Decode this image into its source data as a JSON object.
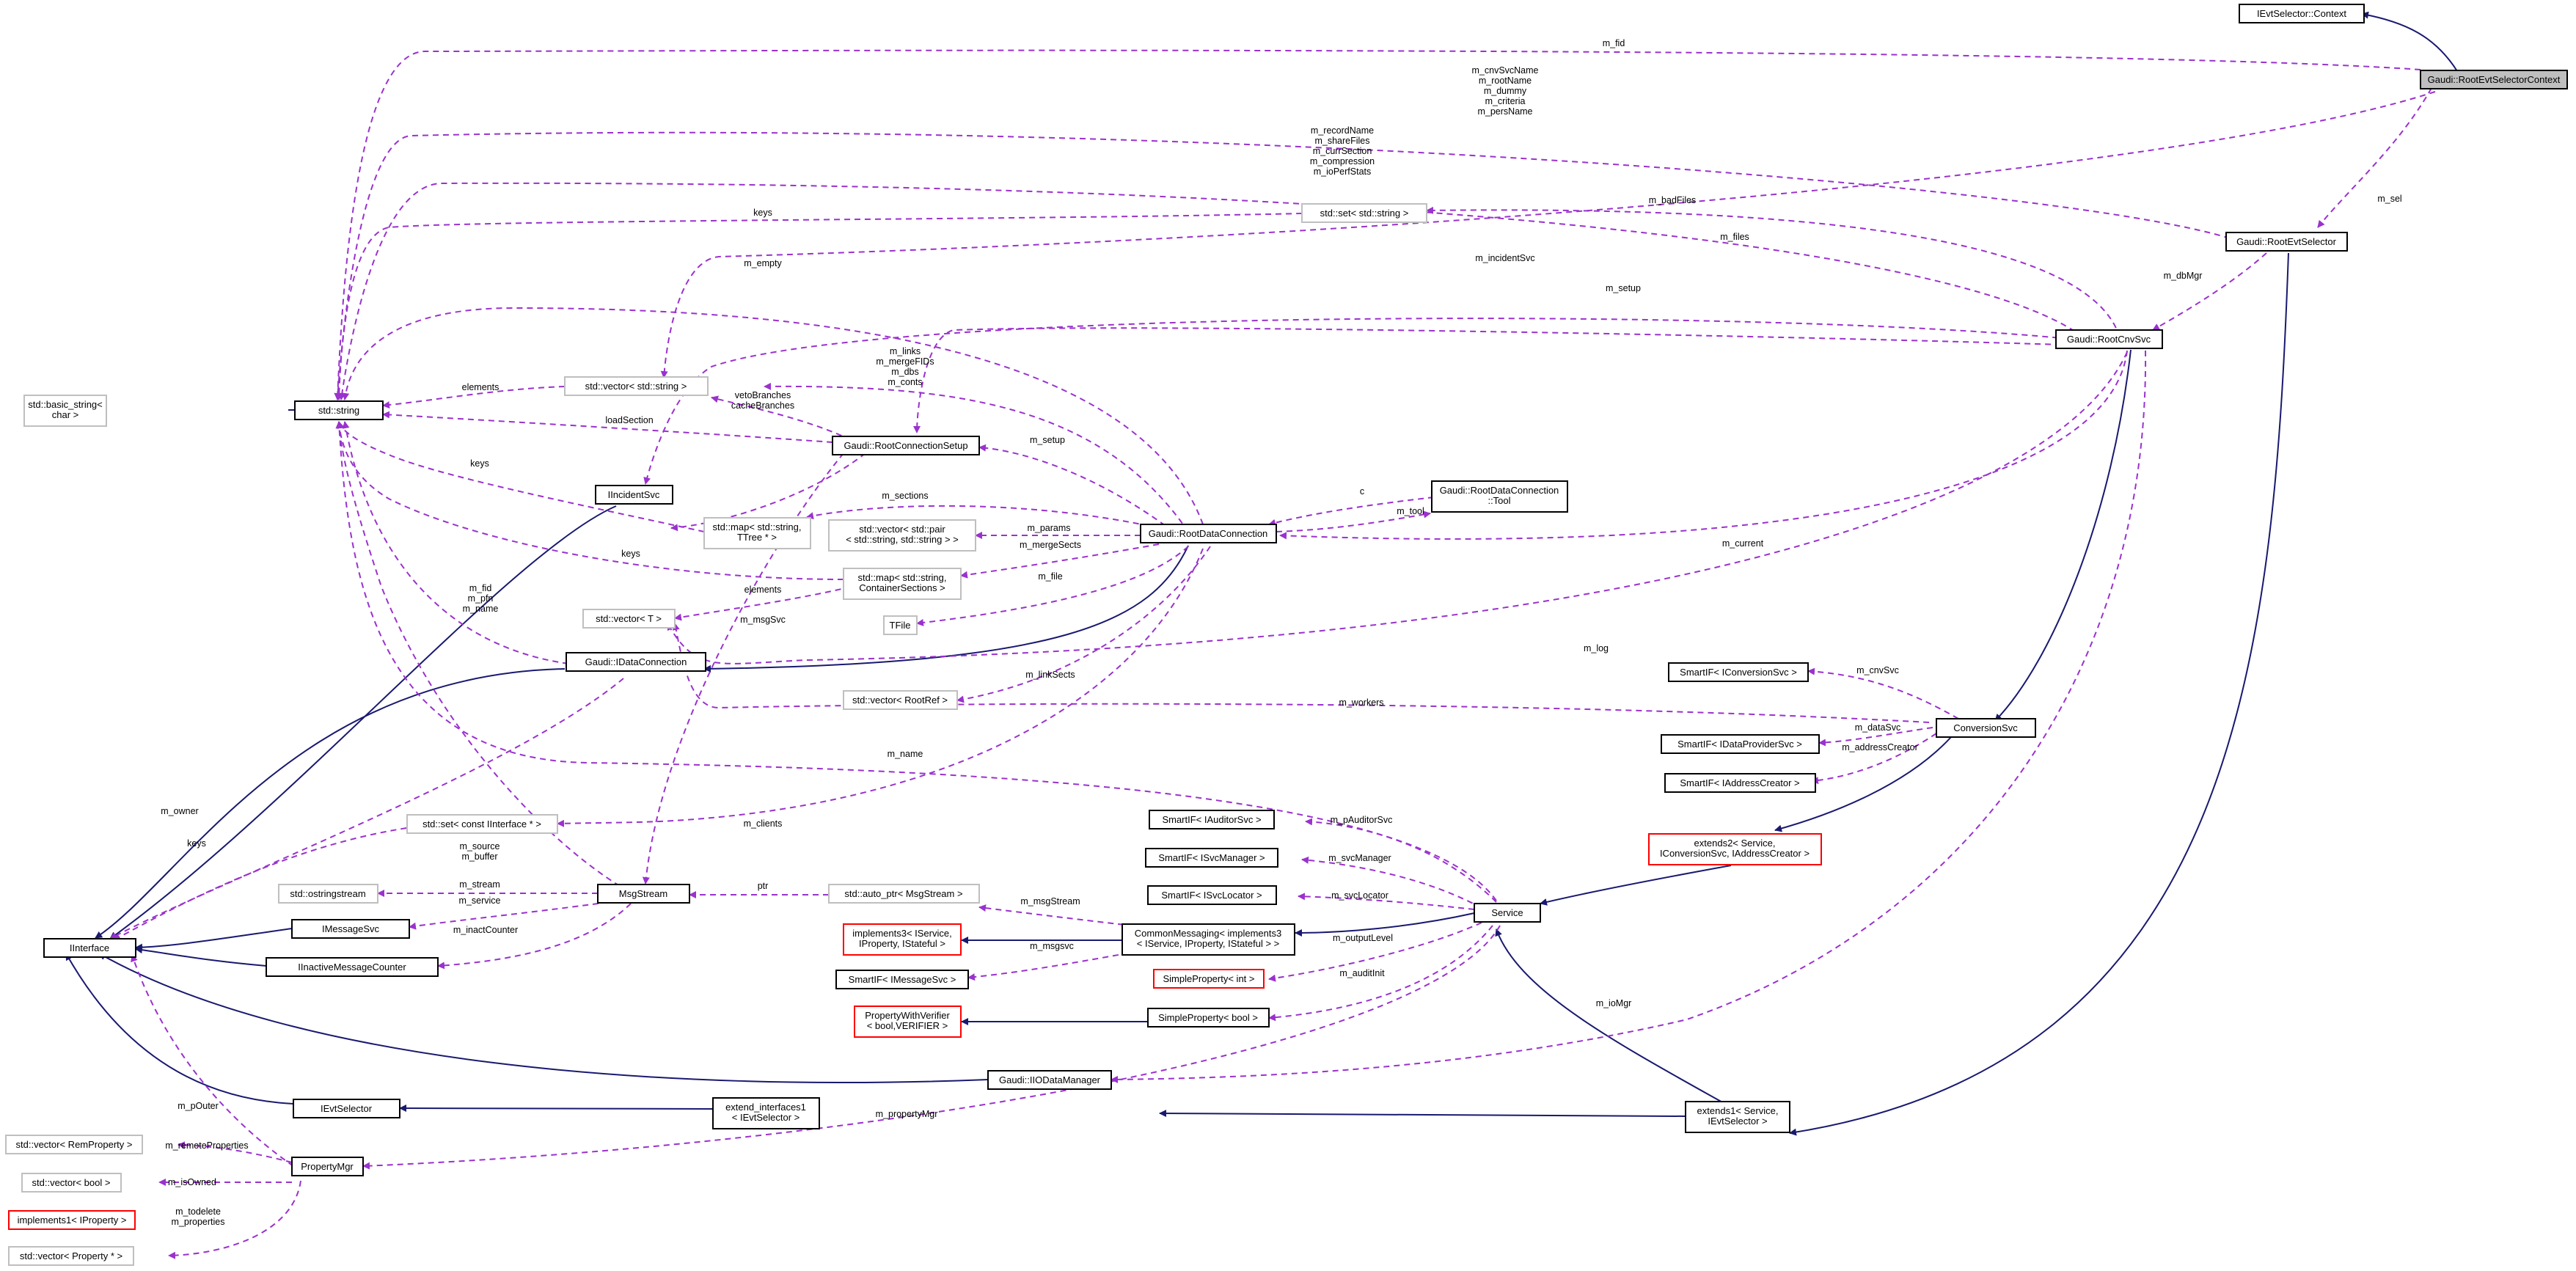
{
  "nodes": {
    "ievtctx": [
      "IEvtSelector::Context"
    ],
    "focus": [
      "Gaudi::RootEvtSelectorContext"
    ],
    "rootevtsel": [
      "Gaudi::RootEvtSelector"
    ],
    "rootcnvsvc": [
      "Gaudi::RootCnvSvc"
    ],
    "stdstring": [
      "std::string"
    ],
    "basicstring": [
      "std::basic_string<",
      "char >"
    ],
    "setstring": [
      "std::set< std::string >"
    ],
    "vecstring": [
      "std::vector< std::string >"
    ],
    "rootconnsetup": [
      "Gaudi::RootConnectionSetup"
    ],
    "iincident": [
      "IIncidentSvc"
    ],
    "mapttree": [
      "std::map< std::string,",
      "TTree * >"
    ],
    "vecpair": [
      "std::vector< std::pair",
      "< std::string, std::string > >"
    ],
    "rootdataconn": [
      "Gaudi::RootDataConnection"
    ],
    "tool": [
      "Gaudi::RootDataConnection",
      "::Tool"
    ],
    "mapcontainer": [
      "std::map< std::string,",
      "ContainerSections >"
    ],
    "tfile": [
      "TFile"
    ],
    "vect": [
      "std::vector< T >"
    ],
    "idataconn": [
      "Gaudi::IDataConnection"
    ],
    "vecrootref": [
      "std::vector< RootRef >"
    ],
    "setiiface": [
      "std::set< const IInterface * >"
    ],
    "ostringstream": [
      "std::ostringstream"
    ],
    "msgstream": [
      "MsgStream"
    ],
    "iinterface": [
      "IInterface"
    ],
    "imessagesvc": [
      "IMessageSvc"
    ],
    "iinactive": [
      "IInactiveMessageCounter"
    ],
    "autoptr": [
      "std::auto_ptr< MsgStream >"
    ],
    "impl3": [
      "implements3< IService,",
      "IProperty, IStateful >"
    ],
    "commonmsg": [
      "CommonMessaging< implements3",
      "< IService, IProperty, IStateful > >"
    ],
    "smartimsg": [
      "SmartIF< IMessageSvc >"
    ],
    "pwv": [
      "PropertyWithVerifier",
      "< bool,VERIFIER >"
    ],
    "simplebool": [
      "SimpleProperty< bool >"
    ],
    "simpleint": [
      "SimpleProperty< int >"
    ],
    "smartiauditor": [
      "SmartIF< IAuditorSvc >"
    ],
    "smartisvcmgr": [
      "SmartIF< ISvcManager >"
    ],
    "smartisvcloc": [
      "SmartIF< ISvcLocator >"
    ],
    "service": [
      "Service"
    ],
    "iiodata": [
      "Gaudi::IIODataManager"
    ],
    "smarticonv": [
      "SmartIF< IConversionSvc >"
    ],
    "smartidataprov": [
      "SmartIF< IDataProviderSvc >"
    ],
    "smartiaddr": [
      "SmartIF< IAddressCreator >"
    ],
    "conversionsvc": [
      "ConversionSvc"
    ],
    "extends2": [
      "extends2< Service,",
      "IConversionSvc, IAddressCreator >"
    ],
    "ievtselector": [
      "IEvtSelector"
    ],
    "extendiface1": [
      "extend_interfaces1",
      "< IEvtSelector >"
    ],
    "extends1": [
      "extends1< Service,",
      "IEvtSelector >"
    ],
    "propertymgr": [
      "PropertyMgr"
    ],
    "vecremprop": [
      "std::vector< RemProperty >"
    ],
    "vecbool": [
      "std::vector< bool >"
    ],
    "impl1": [
      "implements1< IProperty >"
    ],
    "vecproperty": [
      "std::vector< Property * >"
    ]
  },
  "edge_labels": {
    "fid": [
      "m_fid"
    ],
    "cnvsvc_strings": [
      "m_cnvSvcName",
      "m_rootName",
      "m_dummy",
      "m_criteria",
      "m_persName"
    ],
    "sel": [
      "m_sel"
    ],
    "setup_strings": [
      "m_recordName",
      "m_shareFiles",
      "m_currSection",
      "m_compression",
      "m_ioPerfStats"
    ],
    "badfiles": [
      "m_badFiles"
    ],
    "keys_set": [
      "keys"
    ],
    "files": [
      "m_files"
    ],
    "dbmgr": [
      "m_dbMgr"
    ],
    "empty": [
      "m_empty"
    ],
    "incidentsvc_a": [
      "m_incidentSvc"
    ],
    "setup_a": [
      "m_setup"
    ],
    "links": [
      "m_links",
      "m_mergeFIDs",
      "m_dbs",
      "m_conts"
    ],
    "elements_a": [
      "elements"
    ],
    "veto": [
      "vetoBranches",
      "cacheBranches"
    ],
    "loadsection": [
      "loadSection"
    ],
    "setup_b": [
      "m_setup"
    ],
    "keys_b": [
      "keys"
    ],
    "incidentsvc_b": [
      "m_incidentSvc"
    ],
    "sections": [
      "m_sections"
    ],
    "c": [
      "c"
    ],
    "tool": [
      "m_tool"
    ],
    "params": [
      "m_params"
    ],
    "mergesects": [
      "m_mergeSects"
    ],
    "current": [
      "m_current"
    ],
    "keys_c": [
      "keys"
    ],
    "elements_b": [
      "elements"
    ],
    "file": [
      "m_file"
    ],
    "msgsvc": [
      "m_msgSvc"
    ],
    "fid_pfn_name": [
      "m_fid",
      "m_pfn",
      "m_name"
    ],
    "log": [
      "m_log"
    ],
    "linksects": [
      "m_linkSects"
    ],
    "cnvsvc": [
      "m_cnvSvc"
    ],
    "workers": [
      "m_workers"
    ],
    "datasvc": [
      "m_dataSvc"
    ],
    "addresscreator": [
      "m_addressCreator"
    ],
    "name": [
      "m_name"
    ],
    "owner": [
      "m_owner"
    ],
    "clients": [
      "m_clients"
    ],
    "keys_d": [
      "keys"
    ],
    "source_buffer": [
      "m_source",
      "m_buffer"
    ],
    "stream": [
      "m_stream"
    ],
    "service": [
      "m_service"
    ],
    "ptr": [
      "ptr"
    ],
    "inactcounter": [
      "m_inactCounter"
    ],
    "msgstream": [
      "m_msgStream"
    ],
    "msgsvc_b": [
      "m_msgsvc"
    ],
    "pauditorsvc": [
      "m_pAuditorSvc"
    ],
    "svcmanager": [
      "m_svcManager"
    ],
    "svclocator": [
      "m_svcLocator"
    ],
    "outputlevel": [
      "m_outputLevel"
    ],
    "auditinit": [
      "m_auditInit"
    ],
    "iomgr": [
      "m_ioMgr"
    ],
    "pouter": [
      "m_pOuter"
    ],
    "propertymgr": [
      "m_propertyMgr"
    ],
    "remoteprops": [
      "m_remoteProperties"
    ],
    "isowned": [
      "m_isOwned"
    ],
    "todelete": [
      "m_todelete",
      "m_properties"
    ]
  },
  "colors": {
    "inheritance": "#191970",
    "member": "#9a32cd",
    "focus_fill": "#bfbfbf",
    "lite_border": "#bfbfbf",
    "template_border": "#ff0000"
  }
}
